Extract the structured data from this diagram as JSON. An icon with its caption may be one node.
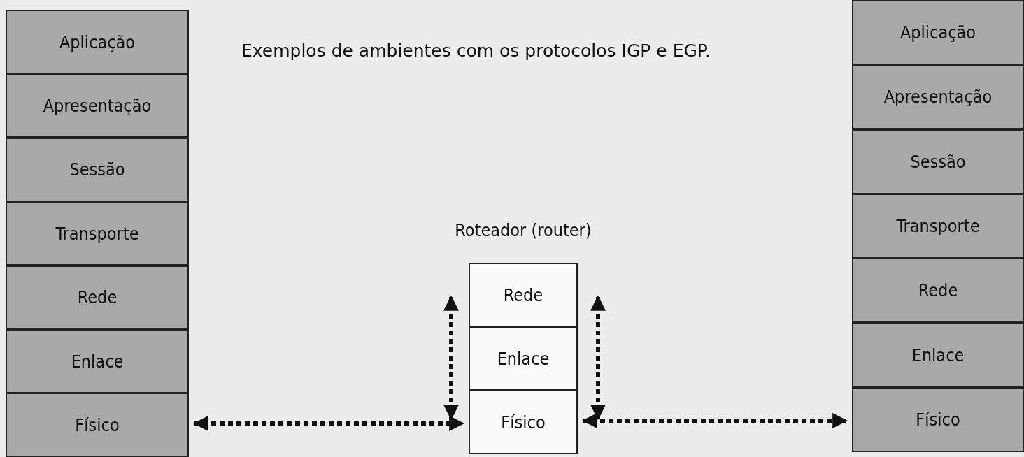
{
  "diagram": {
    "title": "Exemplos de ambientes com os protocolos IGP e EGP.",
    "nodes": [
      {
        "text": [
          "Aplicação"
        ]
      },
      {
        "text": [
          "Apresentação"
        ]
      },
      {
        "text": [
          "Sessão"
        ]
      },
      {
        "text": [
          "Transporte"
        ]
      },
      {
        "text": [
          "Rede"
        ]
      },
      {
        "text": [
          "Enlace"
        ]
      },
      {
        "text": [
          "Físico"
        ]
      },
      {
        "text": [
          "Rede"
        ]
      },
      {
        "text": [
          "Enlace"
        ]
      },
      {
        "text": [
          "Físico"
        ]
      },
      {
        "text": [
          "Aplicação"
        ]
      },
      {
        "text": [
          "Apresentação"
        ]
      },
      {
        "text": [
          "Sessão"
        ]
      },
      {
        "text": [
          "Transporte"
        ]
      },
      {
        "text": [
          "Rede"
        ]
      },
      {
        "text": [
          "Enlace"
        ]
      },
      {
        "text": [
          "Físico"
        ]
      }
    ],
    "edges": [
      {
        "from": 6,
        "to": 9,
        "arrow": "both",
        "style": "dashed"
      },
      {
        "from": 9,
        "to": 16,
        "arrow": "both",
        "style": "dashed"
      },
      {
        "from": 7,
        "to": 9,
        "arrow": "both",
        "style": "dashed"
      },
      {
        "from": 7,
        "to": 9,
        "arrow": "both",
        "style": "dashed"
      }
    ],
    "labels": [
      "Roteador (router)"
    ]
  }
}
